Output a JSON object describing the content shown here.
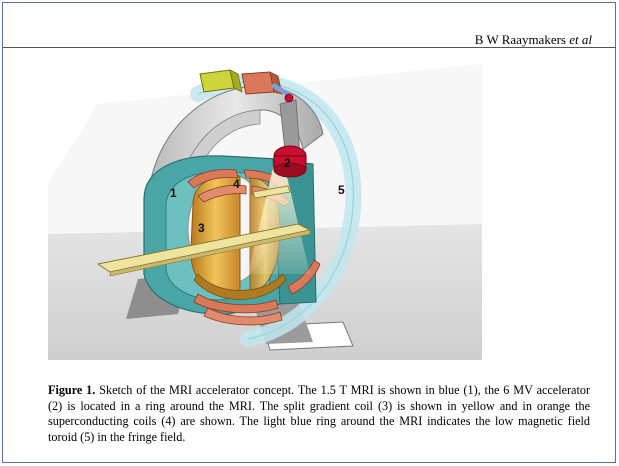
{
  "header": {
    "author": "B W Raaymakers ",
    "etal": "et al"
  },
  "figure": {
    "callouts": {
      "mri": "1",
      "accelerator": "2",
      "gradient_coil": "3",
      "superconducting_coils": "4",
      "toroid": "5"
    }
  },
  "caption": {
    "label": "Figure 1.",
    "text": "Sketch of the MRI accelerator concept. The 1.5 T MRI is shown in blue (1), the 6 MV accelerator (2) is located in a ring around the MRI. The split gradient coil (3) is shown in yellow and in orange the superconducting coils (4) are shown. The light blue ring around the MRI indicates the low magnetic field toroid (5) in the fringe field."
  },
  "colors": {
    "mri_blue": "#4aa6a6",
    "gradient_yellow": "#e0a23a",
    "coil_orange": "#d9795a",
    "accelerator_red": "#c8102e",
    "toroid_light_blue": "#bfe6ee"
  }
}
